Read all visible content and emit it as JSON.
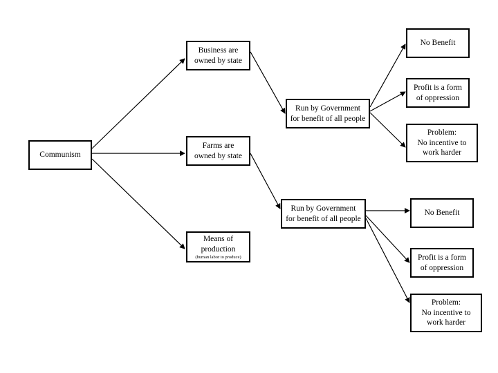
{
  "nodes": {
    "communism": {
      "label": "Communism"
    },
    "business": {
      "line1": "Business are",
      "line2": "owned  by state"
    },
    "farms": {
      "line1": "Farms are",
      "line2": "owned by state"
    },
    "means": {
      "line1": "Means of",
      "line2": "production",
      "note": "(human  labor to produce)"
    },
    "run_gov_top": {
      "line1": "Run by Government",
      "line2": "for benefit of all people"
    },
    "run_gov_bottom": {
      "line1": "Run by Government",
      "line2": "for benefit of all people"
    },
    "no_benefit_top": {
      "label": "No Benefit"
    },
    "profit_top": {
      "line1": "Profit is a form",
      "line2": "of oppression"
    },
    "problem_top": {
      "line1": "Problem:",
      "line2": "No incentive to",
      "line3": "work harder"
    },
    "no_benefit_bottom": {
      "label": "No Benefit"
    },
    "profit_bottom": {
      "line1": "Profit is a form",
      "line2": "of oppression"
    },
    "problem_bottom": {
      "line1": "Problem:",
      "line2": "No incentive to",
      "line3": "work harder"
    }
  }
}
